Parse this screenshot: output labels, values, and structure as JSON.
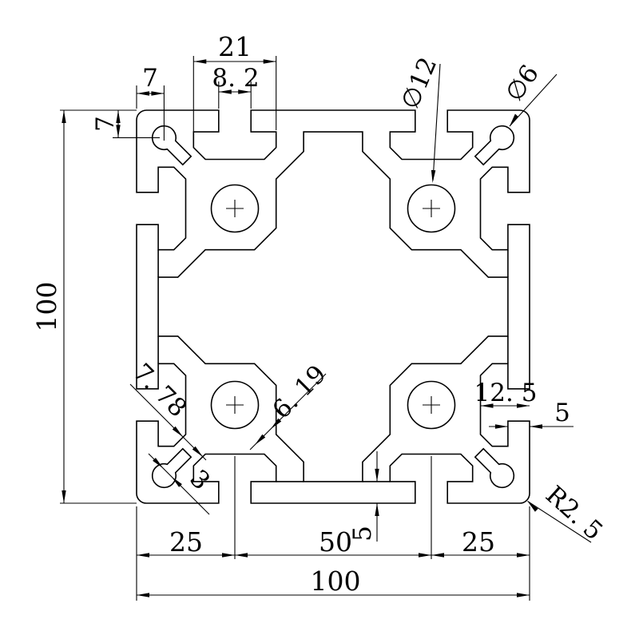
{
  "drawing": {
    "type": "technical-cad-drawing",
    "subject": "100x100 aluminium extrusion profile cross-section",
    "colors": {
      "line": "#000000",
      "background": "#ffffff"
    },
    "dims": {
      "overall_height": "100",
      "overall_width": "100",
      "bottom_seg_left": "25",
      "bottom_seg_mid": "50",
      "bottom_seg_right": "25",
      "slot_inner_width": "21",
      "slot_opening_width": "8. 2",
      "corner_hole_offset_x": "7",
      "corner_hole_offset_y": "7",
      "core_hole_dia": "∅12",
      "corner_hole_dia": "∅6",
      "diag_web_1": "7. 78",
      "diag_web_2": "6. 19",
      "corner_slot_width": "3",
      "slot_depth": "12. 5",
      "side_lip_thickness": "5",
      "bottom_wall_thickness": "5",
      "corner_radius": "R2. 5"
    }
  }
}
